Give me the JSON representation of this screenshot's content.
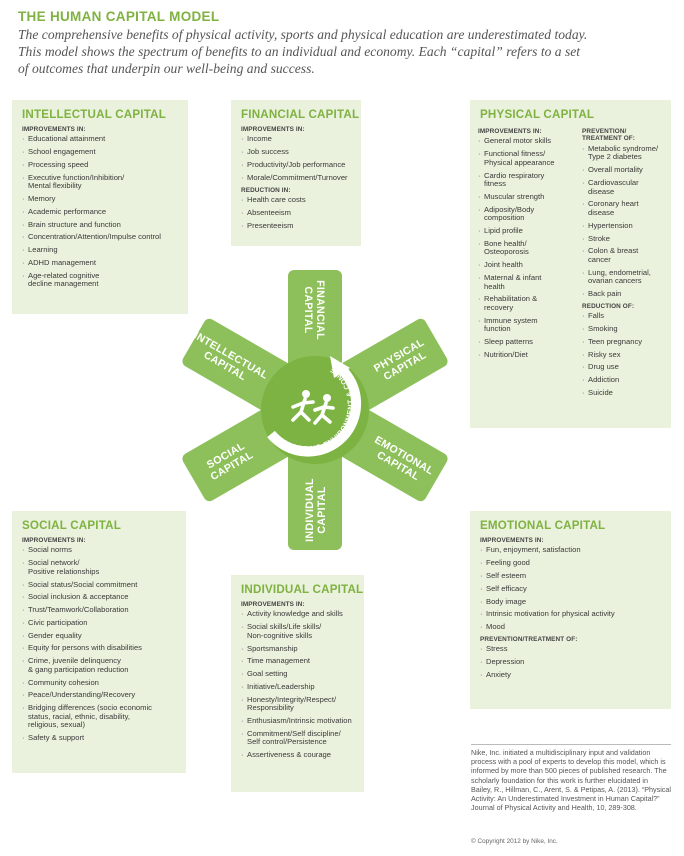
{
  "header": {
    "title": "THE HUMAN CAPITAL MODEL",
    "intro_lines": [
      "The comprehensive benefits of physical activity, sports and physical education are underestimated today.",
      "This model shows the spectrum of benefits to an individual and economy. Each “capital” refers to a set",
      "of outcomes that underpin our well-being and success."
    ]
  },
  "panels": {
    "intellectual": {
      "title": "INTELLECTUAL CAPITAL",
      "improvements_head": "IMPROVEMENTS IN:",
      "items": [
        "Educational attainment",
        "School engagement",
        "Processing speed",
        "Executive function/Inhibition/\nMental flexibility",
        "Memory",
        "Academic performance",
        "Brain structure and function",
        "Concentration/Attention/Impulse control",
        "Learning",
        "ADHD management",
        "Age-related cognitive\ndecline management"
      ]
    },
    "financial": {
      "title": "FINANCIAL CAPITAL",
      "improvements_head": "IMPROVEMENTS IN:",
      "items": [
        "Income",
        "Job success",
        "Productivity/Job performance",
        "Morale/Commitment/Turnover"
      ],
      "reduction_head": "REDUCTION IN:",
      "reduction_items": [
        "Health care costs",
        "Absenteeism",
        "Presenteeism"
      ]
    },
    "physical": {
      "title": "PHYSICAL CAPITAL",
      "improvements_head": "IMPROVEMENTS IN:",
      "items": [
        "General motor skills",
        "Functional fitness/\nPhysical appearance",
        "Cardio respiratory\nfitness",
        "Muscular strength",
        "Adiposity/Body\ncomposition",
        "Lipid profile",
        "Bone health/\nOsteoporosis",
        "Joint health",
        "Maternal & infant\nhealth",
        "Rehabilitation &\nrecovery",
        "Immune system\nfunction",
        "Sleep patterns",
        "Nutrition/Diet"
      ],
      "prevention_head": "PREVENTION/\nTREATMENT OF:",
      "prevention_items": [
        "Metabolic syndrome/\nType 2 diabetes",
        "Overall mortality",
        "Cardiovascular\ndisease",
        "Coronary heart\ndisease",
        "Hypertension",
        "Stroke",
        "Colon & breast\ncancer",
        "Lung, endometrial,\novarian cancers",
        "Back pain"
      ],
      "reduction_head": "REDUCTION OF:",
      "reduction_items": [
        "Falls",
        "Smoking",
        "Teen pregnancy",
        "Risky sex",
        "Drug use",
        "Addiction",
        "Suicide"
      ]
    },
    "social": {
      "title": "SOCIAL CAPITAL",
      "improvements_head": "IMPROVEMENTS IN:",
      "items": [
        "Social norms",
        "Social network/\nPositive relationships",
        "Social status/Social commitment",
        "Social inclusion & acceptance",
        "Trust/Teamwork/Collaboration",
        "Civic participation",
        "Gender equality",
        "Equity for persons with disabilities",
        "Crime, juvenile delinquency\n& gang participation reduction",
        "Community cohesion",
        "Peace/Understanding/Recovery",
        "Bridging differences (socio economic\nstatus, racial, ethnic, disability,\nreligious, sexual)",
        "Safety & support"
      ]
    },
    "emotional": {
      "title": "EMOTIONAL CAPITAL",
      "improvements_head": "IMPROVEMENTS IN:",
      "items": [
        "Fun, enjoyment, satisfaction",
        "Feeling good",
        "Self esteem",
        "Self efficacy",
        "Body image",
        "Intrinsic motivation for physical activity",
        "Mood"
      ],
      "prevention_head": "PREVENTION/TREATMENT OF:",
      "prevention_items": [
        "Stress",
        "Depression",
        "Anxiety"
      ]
    },
    "individual": {
      "title": "INDIVIDUAL CAPITAL",
      "improvements_head": "IMPROVEMENTS IN:",
      "items": [
        "Activity knowledge and skills",
        "Social skills/Life skills/\nNon-cognitive skills",
        "Sportsmanship",
        "Time management",
        "Goal setting",
        "Initiative/Leadership",
        "Honesty/Integrity/Respect/\nResponsibility",
        "Enthusiasm/Intrinsic motivation",
        "Commitment/Self discipline/\nSelf control/Persistence",
        "Assertiveness & courage"
      ]
    }
  },
  "star": {
    "arms": [
      {
        "l1": "FINANCIAL",
        "l2": "CAPITAL"
      },
      {
        "l1": "PHYSICAL",
        "l2": "CAPITAL"
      },
      {
        "l1": "EMOTIONAL",
        "l2": "CAPITAL"
      },
      {
        "l1": "INDIVIDUAL",
        "l2": "CAPITAL"
      },
      {
        "l1": "SOCIAL",
        "l2": "CAPITAL"
      },
      {
        "l1": "INTELLECTUAL",
        "l2": "CAPITAL"
      }
    ],
    "ring_text": "SUPPORTING ENVIRONMENT & CONTEXT",
    "star_color": "#8dc05a",
    "center_color": "#7cb342",
    "icon": "runners-icon"
  },
  "footnote": {
    "text": "Nike, Inc. initiated a multidisciplinary input and validation process with a pool of experts to develop this model, which is informed by more than 500 pieces of published research. The scholarly foundation for this work is further elucidated in Bailey, R., Hillman, C., Arent, S. & Petipas, A. (2013). “Physical Activity: An Underestimated Investment in Human Capital?” Journal of Physical Activity and Health, 10, 289-308.",
    "copyright": "© Copyright 2012 by Nike, Inc."
  },
  "colors": {
    "accent": "#7fb241",
    "panel_bg": "#eaf1dc"
  }
}
